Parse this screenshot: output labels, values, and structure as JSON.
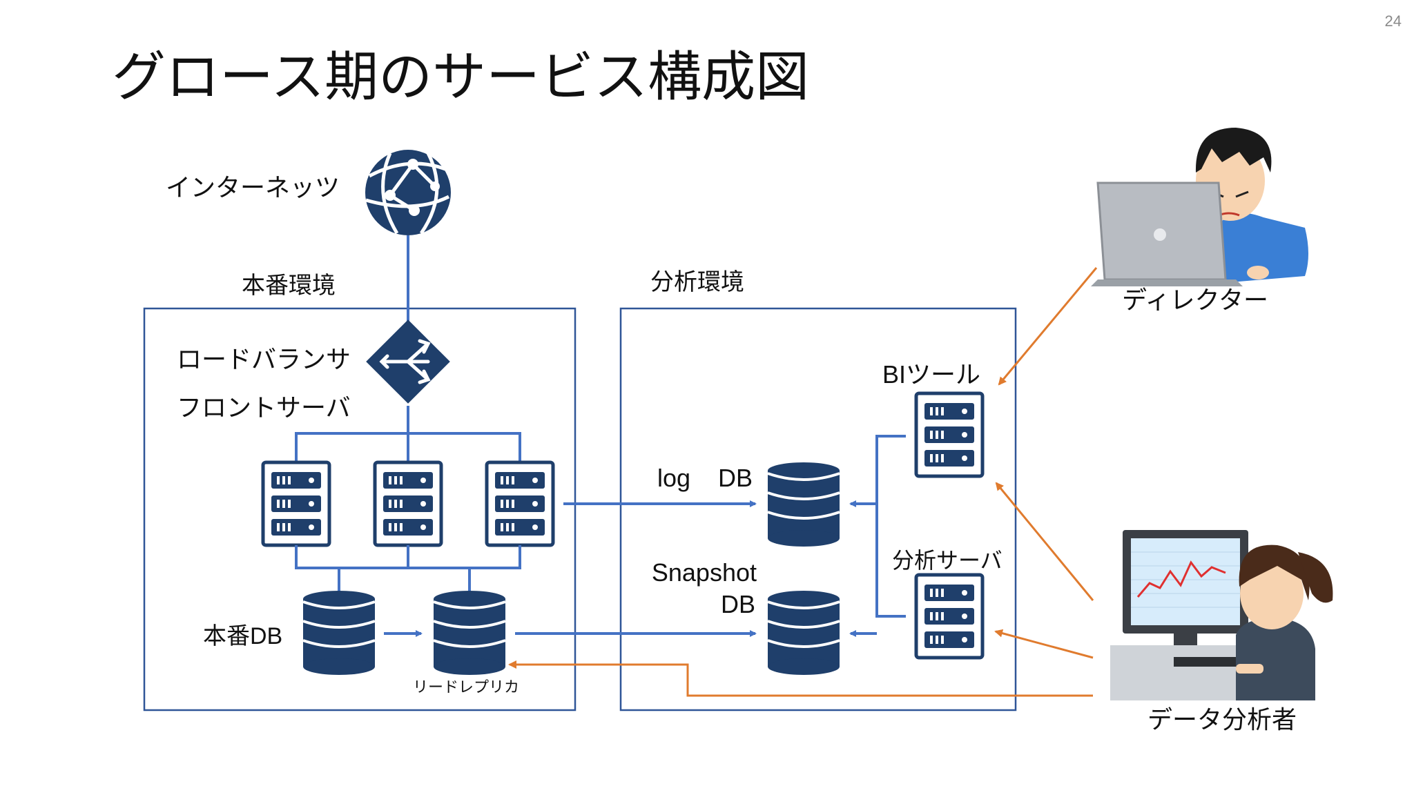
{
  "page_number": "24",
  "title": "グロース期のサービス構成図",
  "labels": {
    "internet": "インターネッツ",
    "production_env": "本番環境",
    "analysis_env": "分析環境",
    "load_balancer": "ロードバランサ",
    "front_server": "フロントサーバ",
    "production_db": "本番DB",
    "read_replica": "リードレプリカ",
    "log_db_log": "log",
    "log_db_db": "DB",
    "snapshot": "Snapshot",
    "snapshot_db": "DB",
    "bi_tool": "BIツール",
    "analysis_server": "分析サーバ",
    "director": "ディレクター",
    "data_analyst": "データ分析者"
  },
  "colors": {
    "icon_navy": "#1f3f6b",
    "line_blue": "#4472c4",
    "box_blue": "#2f5597",
    "arrow_orange": "#e07b2e"
  },
  "icons": [
    "globe-network-icon",
    "load-balancer-icon",
    "server-rack-icon",
    "database-cylinder-icon",
    "person-laptop-illustration",
    "person-monitor-illustration"
  ]
}
